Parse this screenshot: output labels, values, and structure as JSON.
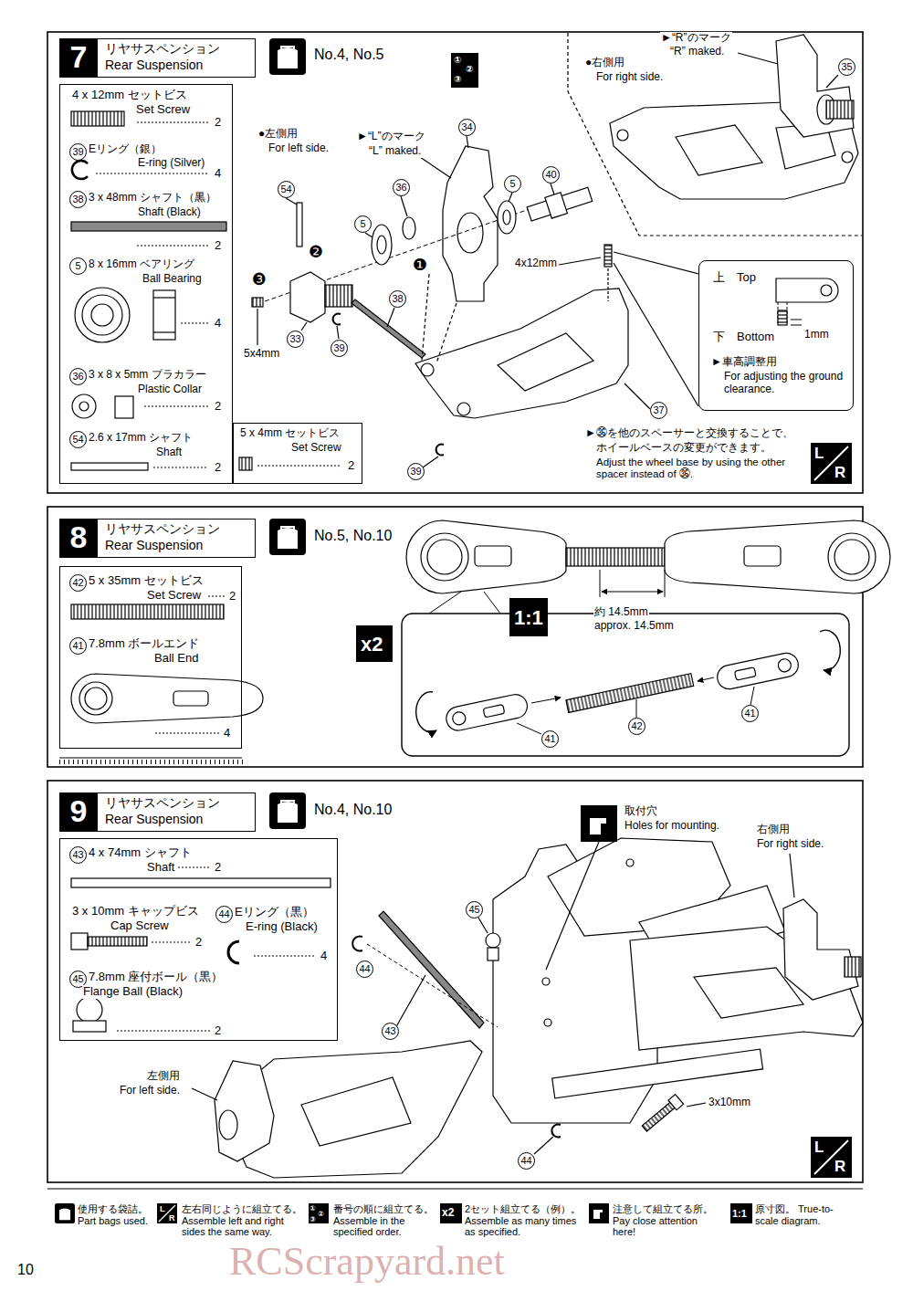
{
  "diagram": {
    "nodes": [
      {
        "text": [
          "7",
          "リヤサスペンション",
          "Rear Suspension"
        ]
      },
      {
        "text": [
          "4 x 12mm セットビス",
          "Set Screw",
          "2",
          "39",
          "Eリング（銀）",
          "E-ring (Silver)",
          "4",
          "38",
          "3 x 48mm シャフト（黒）",
          "Shaft (Black)",
          "2",
          "5",
          "8 x 16mm ベアリング",
          "Ball Bearing",
          "4",
          "36",
          "3 x 8 x 5mm プラカラー",
          "Plastic Collar",
          "2",
          "54",
          "2.6 x 17mm シャフト",
          "Shaft",
          "2"
        ]
      },
      {
        "text": [
          "5 x 4mm セットビス",
          "Set Screw",
          "2"
        ]
      },
      {
        "text": [
          "上",
          "Top",
          "下",
          "Bottom",
          "1mm",
          "►車高調整用",
          "For adjusting the ground clearance."
        ]
      },
      {
        "text": [
          "8",
          "リヤサスペンション",
          "Rear Suspension"
        ]
      },
      {
        "text": [
          "42",
          "5 x 35mm セットビス",
          "Set Screw",
          "2",
          "41",
          "7.8mm ボールエンド",
          "Ball End",
          "4"
        ]
      },
      {
        "text": [
          "9",
          "リヤサスペンション",
          "Rear Suspension"
        ]
      },
      {
        "text": [
          "43",
          "4 x 74mm シャフト",
          "Shaft",
          "2",
          "3 x 10mm キャップビス",
          "Cap Screw",
          "2",
          "44",
          "Eリング（黒）",
          "E-ring (Black)",
          "4",
          "45",
          "7.8mm 座付ボール（黒）",
          "Flange Ball (Black)",
          "2"
        ]
      }
    ],
    "labels": [
      "No.4, No.5",
      "①",
      "②",
      "③",
      "●左側用",
      "For left side.",
      "►“L”のマーク",
      "“L” maked.",
      "34",
      "54",
      "36",
      "5",
      "40",
      "5",
      "❷",
      "❶",
      "❸",
      "5x4mm",
      "33",
      "39",
      "38",
      "4x12mm",
      "37",
      "39",
      "►“R”のマーク",
      "“R” maked.",
      "●右側用",
      "For right side.",
      "35",
      "►㊱を他のスペーサーと交換することで、",
      "ホイールベースの変更ができます。",
      "Adjust the wheel base by using the other spacer instead of ㊱.",
      "L",
      "R",
      "No.5, No.10",
      "1:1",
      "約 14.5mm",
      "approx. 14.5mm",
      "x2",
      "41",
      "42",
      "41",
      "No.4, No.10",
      "取付穴",
      "Holes for mounting.",
      "右側用",
      "For right side.",
      "45",
      "44",
      "43",
      "左側用",
      "For left side.",
      "3x10mm",
      "44",
      "L",
      "R",
      "L",
      "R",
      "①",
      "②",
      "③",
      "x2",
      "1:1",
      "10",
      "RCScrapyard.net"
    ],
    "legend": [
      {
        "text": "使用する袋詰。 Part bags used."
      },
      {
        "text": "左右同じように組立てる。 Assemble left and right sides the same way."
      },
      {
        "text": "番号の順に組立てる。 Assemble in the specified order."
      },
      {
        "text": "2セット組立てる（例）。 Assemble as many times as specified."
      },
      {
        "text": "注意して組立てる所。 Pay close attention here!"
      },
      {
        "text": "原寸図。 True-to-scale diagram."
      }
    ]
  }
}
